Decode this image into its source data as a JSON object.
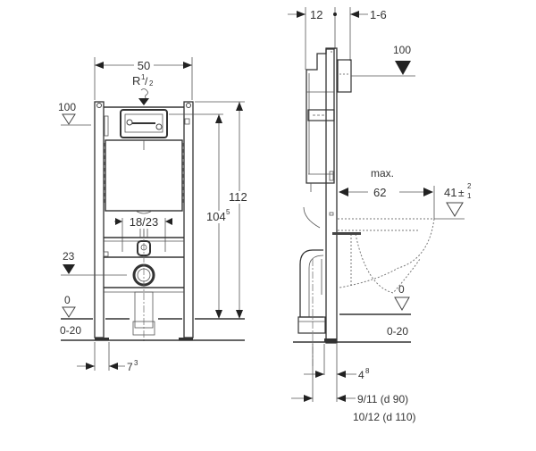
{
  "front_view": {
    "width_label": "50",
    "thread_label_main": "R",
    "thread_label_frac_num": "1",
    "thread_label_frac_den": "2",
    "level_top_label": "100",
    "height_total_label": "112",
    "height_inner_label_main": "104",
    "height_inner_label_sup": "5",
    "connection_spacing_label": "18/23",
    "drain_level_label": "23",
    "floor_level_label": "0",
    "floor_range_label": "0-20",
    "foot_offset_label_main": "7",
    "foot_offset_label_sup": "3"
  },
  "side_view": {
    "depth_label": "12",
    "wall_gap_label": "1-6",
    "level_top_label": "100",
    "max_label": "max.",
    "bowl_projection_label": "62",
    "seat_height_main": "41",
    "seat_height_tol_plus": "2",
    "seat_height_tol_minus": "1",
    "floor_level_label": "0",
    "floor_range_label": "0-20",
    "frame_offset_label_main": "4",
    "frame_offset_label_sup": "8",
    "pipe_offset_label_d90": "9/11 (d 90)",
    "pipe_offset_label_d110": "10/12 (d 110)"
  },
  "colors": {
    "line": "#333333",
    "background": "#ffffff"
  }
}
